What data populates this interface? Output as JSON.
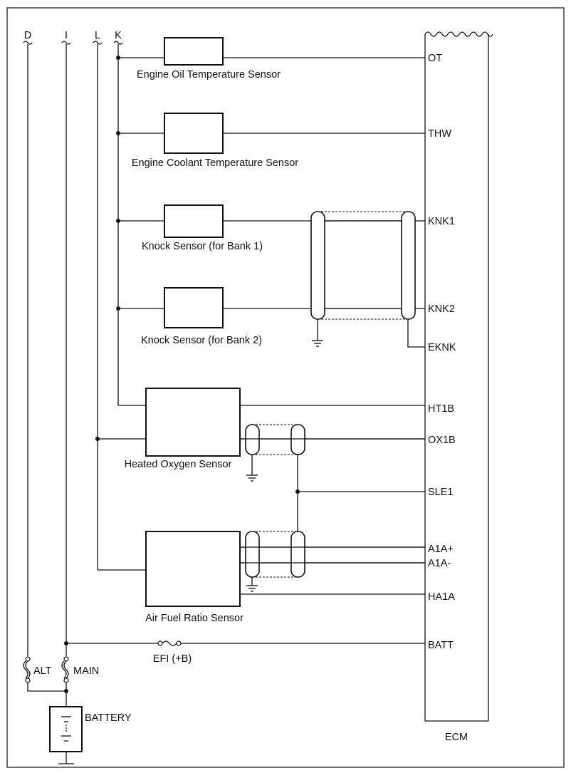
{
  "bus_labels": {
    "d": "D",
    "i": "I",
    "l": "L",
    "k": "K"
  },
  "sensors": {
    "oil_temp": "Engine Oil Temperature Sensor",
    "coolant_temp": "Engine Coolant Temperature Sensor",
    "knock_bank1": "Knock Sensor (for Bank 1)",
    "knock_bank2": "Knock Sensor (for Bank 2)",
    "heated_oxygen": "Heated Oxygen Sensor",
    "air_fuel_ratio": "Air Fuel Ratio Sensor"
  },
  "ecm": {
    "label": "ECM",
    "pins": {
      "ot": "OT",
      "thw": "THW",
      "knk1": "KNK1",
      "knk2": "KNK2",
      "eknk": "EKNK",
      "ht1b": "HT1B",
      "ox1b": "OX1B",
      "sle1": "SLE1",
      "a1a_plus": "A1A+",
      "a1a_minus": "A1A-",
      "ha1a": "HA1A",
      "batt": "BATT"
    }
  },
  "fuses": {
    "efi": "EFI (+B)",
    "alt": "ALT",
    "main": "MAIN"
  },
  "battery": {
    "label": "BATTERY"
  }
}
